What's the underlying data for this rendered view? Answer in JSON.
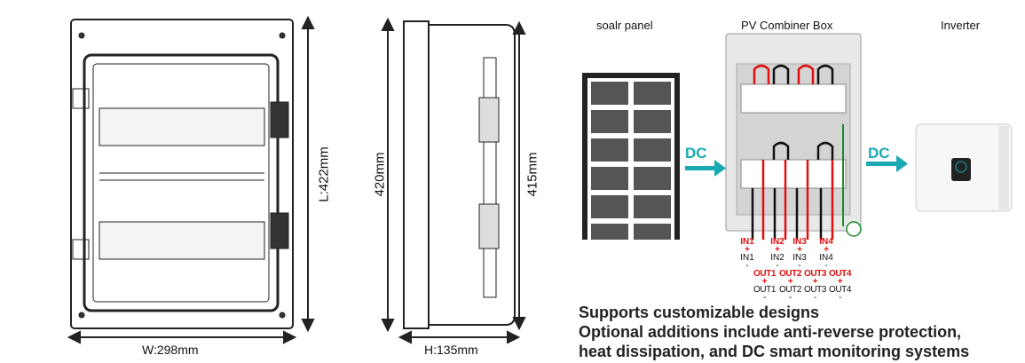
{
  "dimensions": {
    "length": "L:422mm",
    "width": "W:298mm",
    "height_side": "420mm",
    "height_inner": "415mm",
    "depth": "H:135mm"
  },
  "diagram": {
    "solar_panel_label": "soalr panel",
    "combiner_label": "PV Combiner Box",
    "inverter_label": "Inverter",
    "arrow1": "DC",
    "arrow2": "DC",
    "ports": [
      {
        "in_pos": "IN1",
        "in_neg": "IN1",
        "out_pos": "OUT1",
        "out_neg": "OUT1"
      },
      {
        "in_pos": "IN2",
        "in_neg": "IN2",
        "out_pos": "OUT2",
        "out_neg": "OUT2"
      },
      {
        "in_pos": "IN3",
        "in_neg": "IN3",
        "out_pos": "OUT3",
        "out_neg": "OUT3"
      },
      {
        "in_pos": "IN4",
        "in_neg": "IN4",
        "out_pos": "OUT4",
        "out_neg": "OUT4"
      }
    ],
    "plus": "+",
    "minus": "-"
  },
  "features": [
    "Supports customizable designs",
    "Optional additions include anti-reverse protection,",
    "heat dissipation, and DC smart monitoring systems"
  ],
  "colors": {
    "accent": "#1aa9b3",
    "positive": "#e01010",
    "ground": "#1a8a2a"
  }
}
